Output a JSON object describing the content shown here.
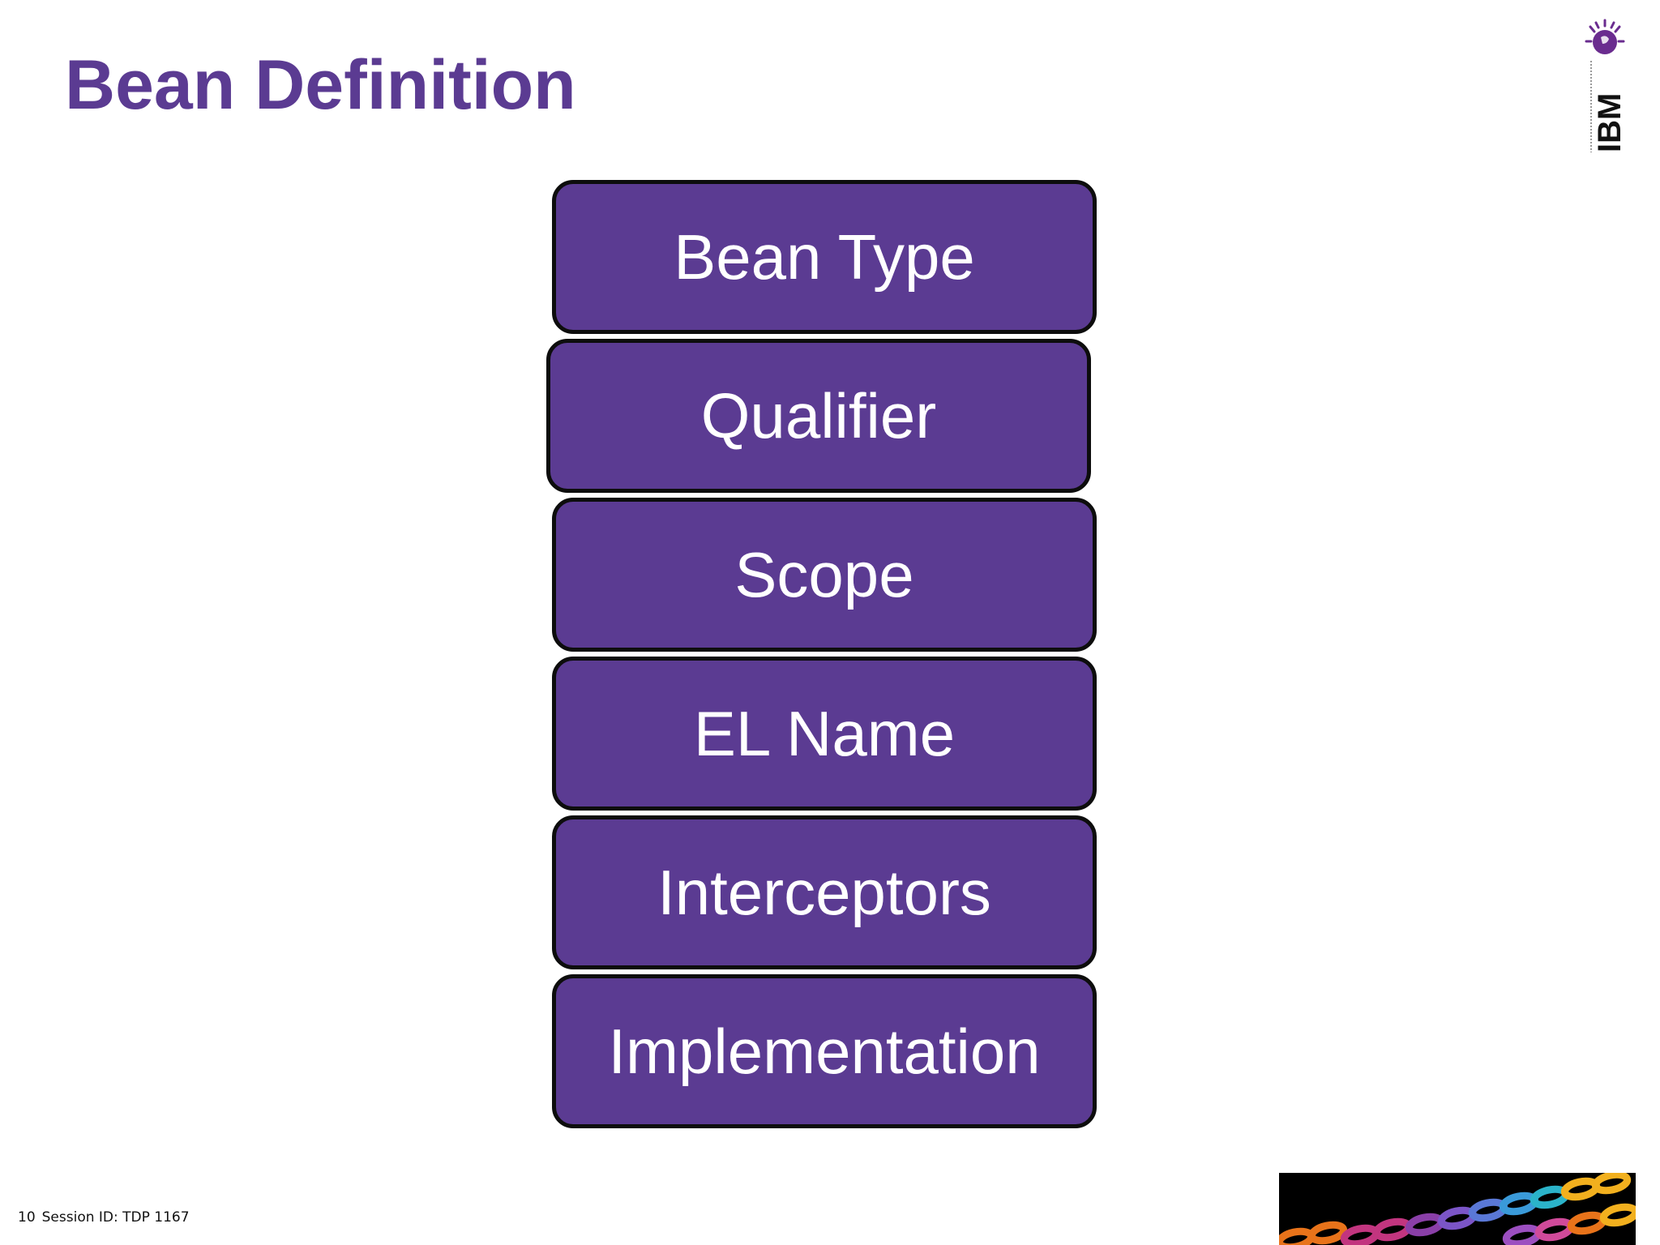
{
  "slide": {
    "title": "Bean Definition",
    "logo_icon": "ibm-smarter-planet-logo-icon",
    "logo_text": "IBM",
    "accent_color": "#5b3b92",
    "block_color": "#5b3b92",
    "block_text_color": "#ffffff"
  },
  "stack": {
    "items": [
      {
        "label": "Bean Type"
      },
      {
        "label": "Qualifier"
      },
      {
        "label": "Scope"
      },
      {
        "label": "EL Name"
      },
      {
        "label": "Interceptors"
      },
      {
        "label": "Implementation"
      }
    ]
  },
  "footer": {
    "page_number": "10",
    "session": "Session ID: TDP 1167"
  },
  "decoration": {
    "icon": "colorful-chain-links-graphic-icon"
  }
}
